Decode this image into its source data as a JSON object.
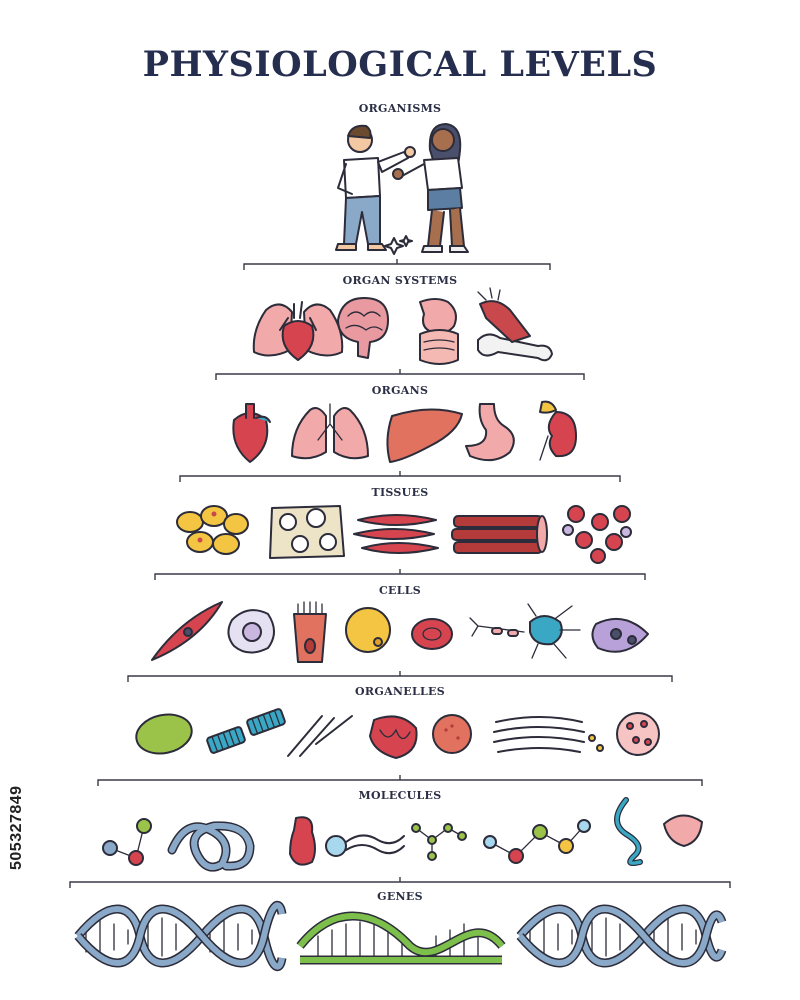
{
  "title": "PHYSIOLOGICAL LEVELS",
  "stock_id": "505327849",
  "levels": [
    {
      "label": "ORGANISMS"
    },
    {
      "label": "ORGAN SYSTEMS"
    },
    {
      "label": "ORGANS"
    },
    {
      "label": "TISSUES"
    },
    {
      "label": "CELLS"
    },
    {
      "label": "ORGANELLES"
    },
    {
      "label": "MOLECULES"
    },
    {
      "label": "GENES"
    }
  ],
  "colors": {
    "title": "#262e4f",
    "organ_pink": "#f2a9a9",
    "organ_red": "#d6454f",
    "liver": "#e0725f",
    "fat_yellow": "#f4c542",
    "muscle": "#b53a3a",
    "teal": "#3aa7c4",
    "green_organelle": "#9bc34a",
    "dna_blue": "#8aa9c8",
    "dna_yellow": "#f2c14e",
    "dna_green": "#7cbf4b"
  }
}
